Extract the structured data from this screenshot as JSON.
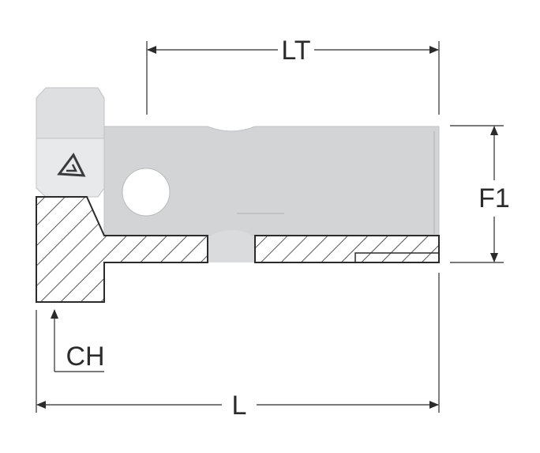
{
  "labels": {
    "lt": "LT",
    "f1": "F1",
    "ch": "CH",
    "l": "L"
  },
  "colors": {
    "body": "#d2d4d6",
    "body_shade": "#c4c6c8",
    "hex_top": "#dddfe1",
    "hex_face": "#e7e9eb",
    "hatch_line": "#2b2b2b",
    "outline": "#2b2b2b",
    "dimension": "#2b2b2b"
  },
  "icons": {
    "logo": "triangle-logo-icon"
  }
}
